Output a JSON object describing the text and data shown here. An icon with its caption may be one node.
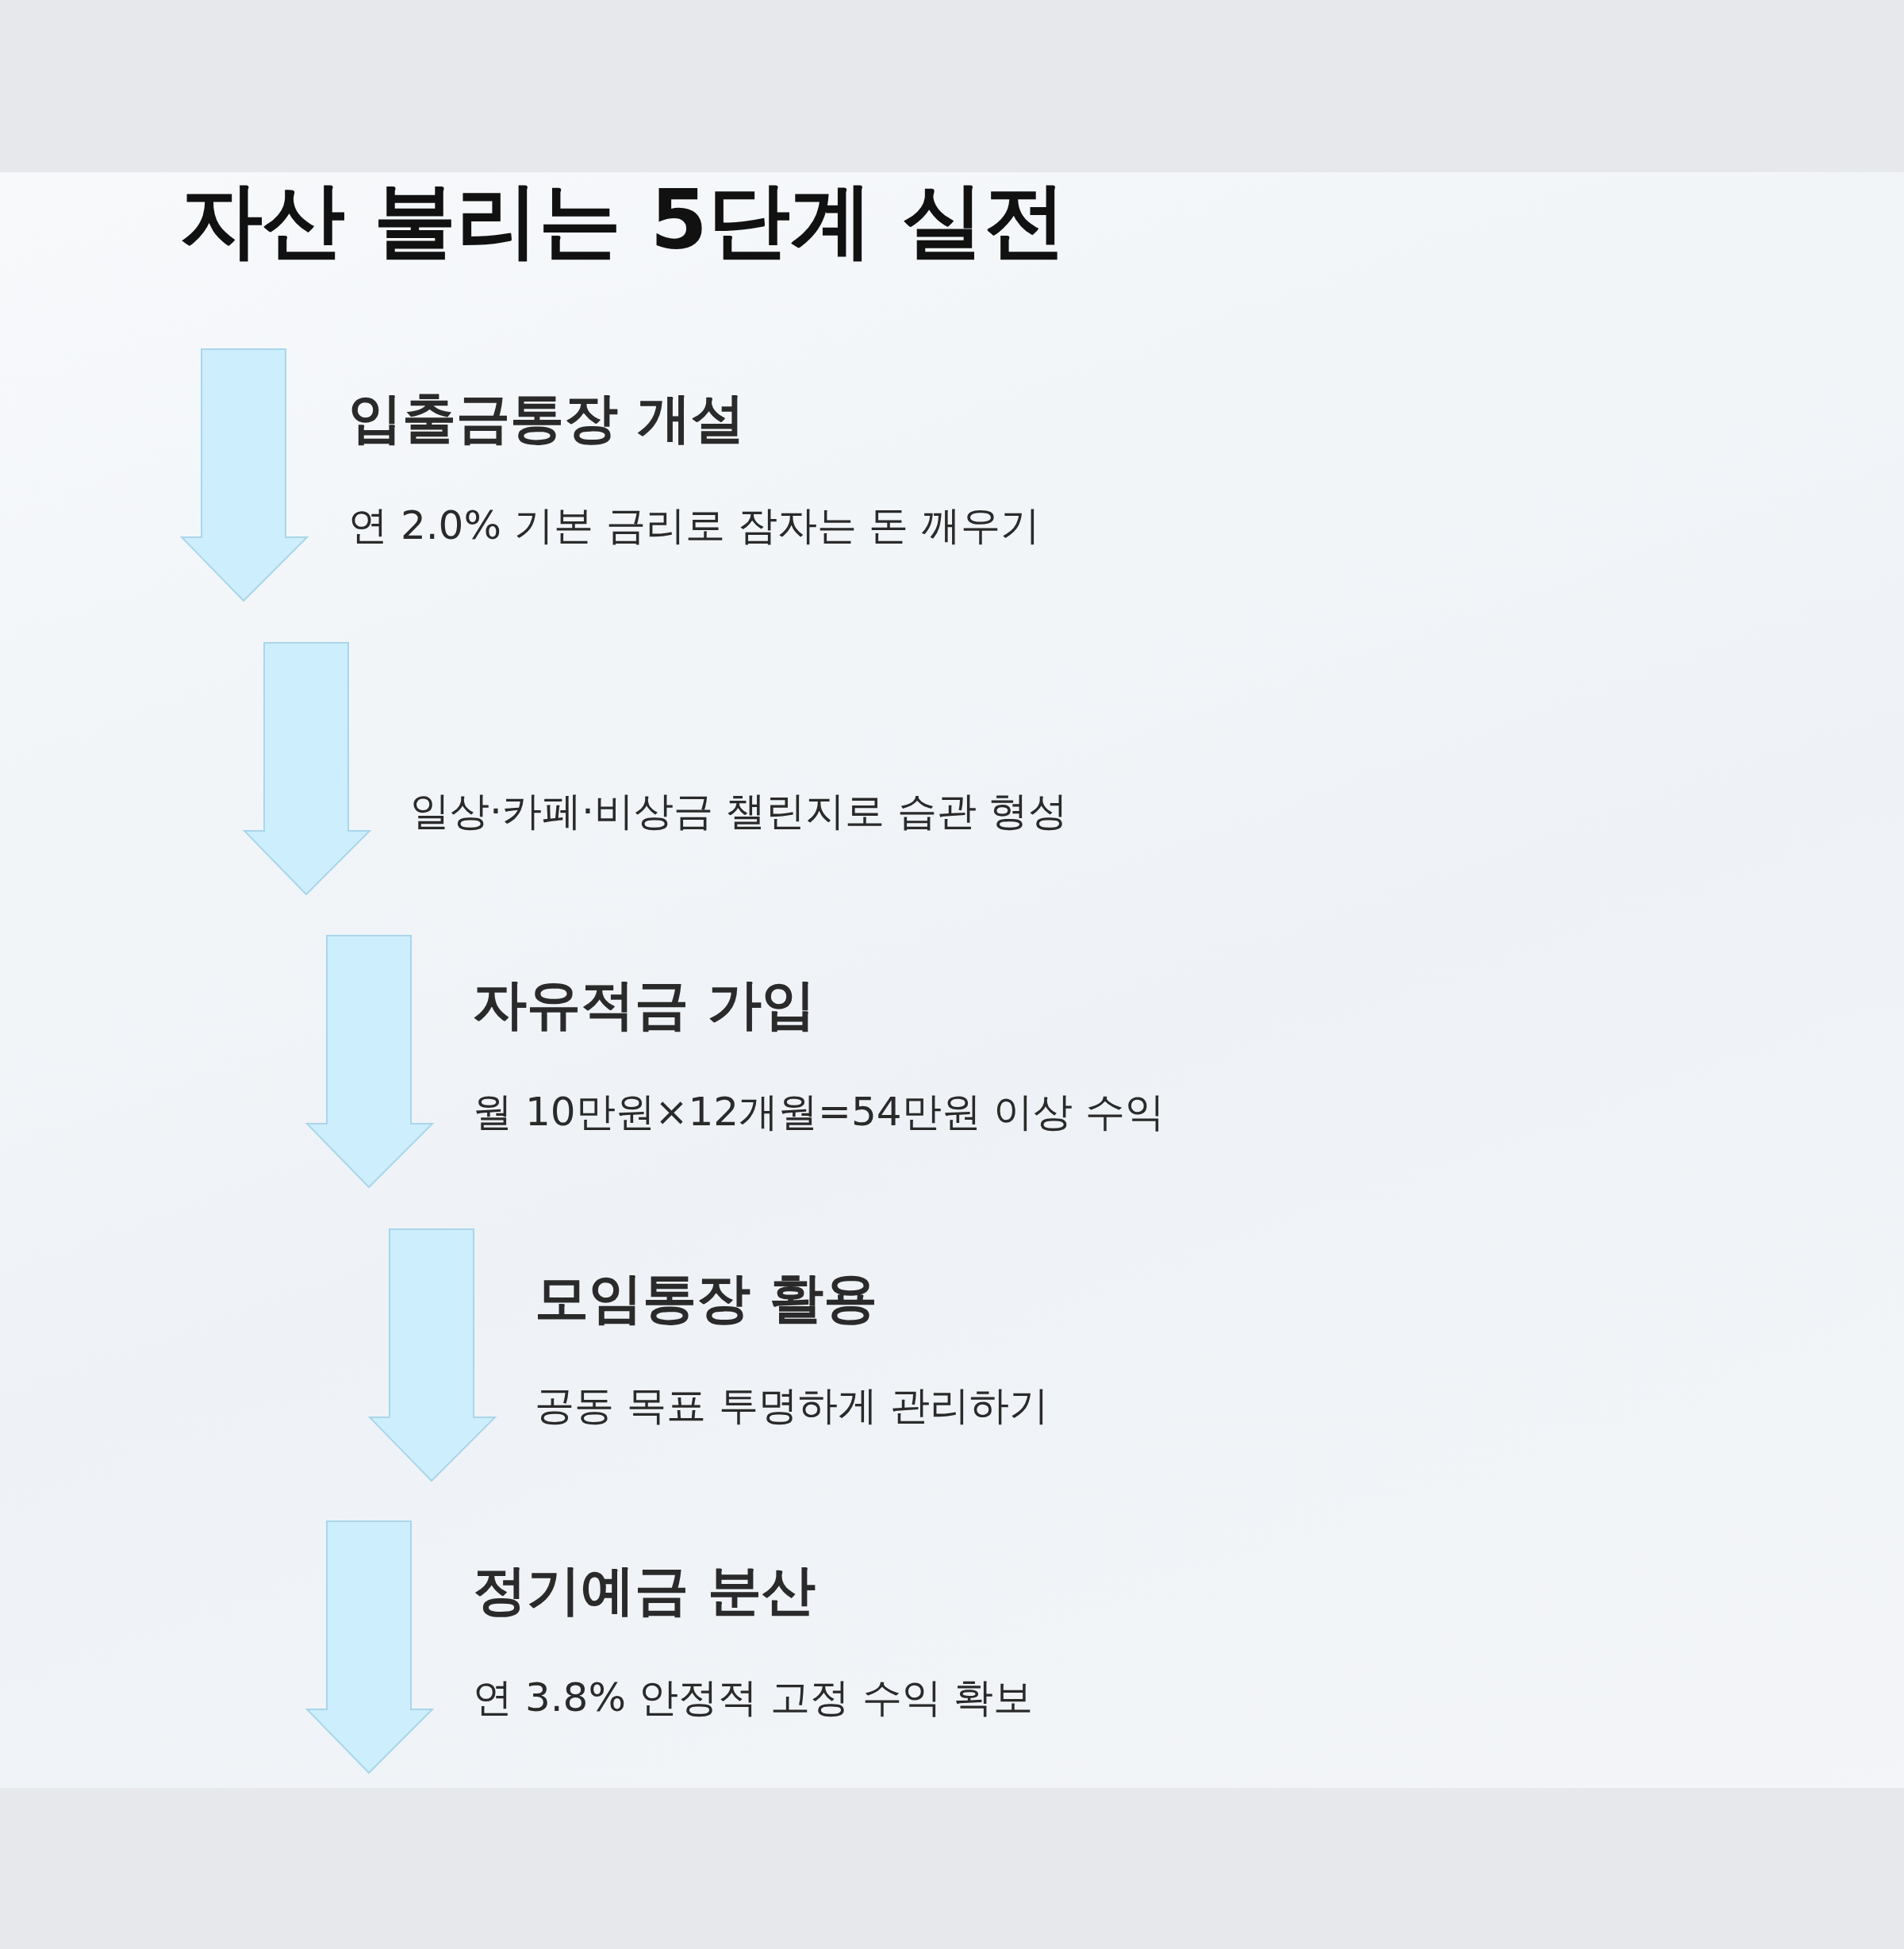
{
  "diagram": {
    "title": "자산 불리는 5단계 실전",
    "nodes": [
      {
        "text": [
          "입출금통장 개설",
          "연 2.0% 기본 금리로 잠자는 돈 깨우기"
        ]
      },
      {
        "text": [
          "일상·카페·비상금 챌린지로 습관 형성"
        ]
      },
      {
        "text": [
          "자유적금 가입",
          "월 10만원×12개월=54만원 이상 수익"
        ]
      },
      {
        "text": [
          "모임통장 활용",
          "공동 목표 투명하게 관리하기"
        ]
      },
      {
        "text": [
          "정기예금 분산",
          "연 3.8% 안정적 고정 수익 확보"
        ]
      }
    ]
  }
}
